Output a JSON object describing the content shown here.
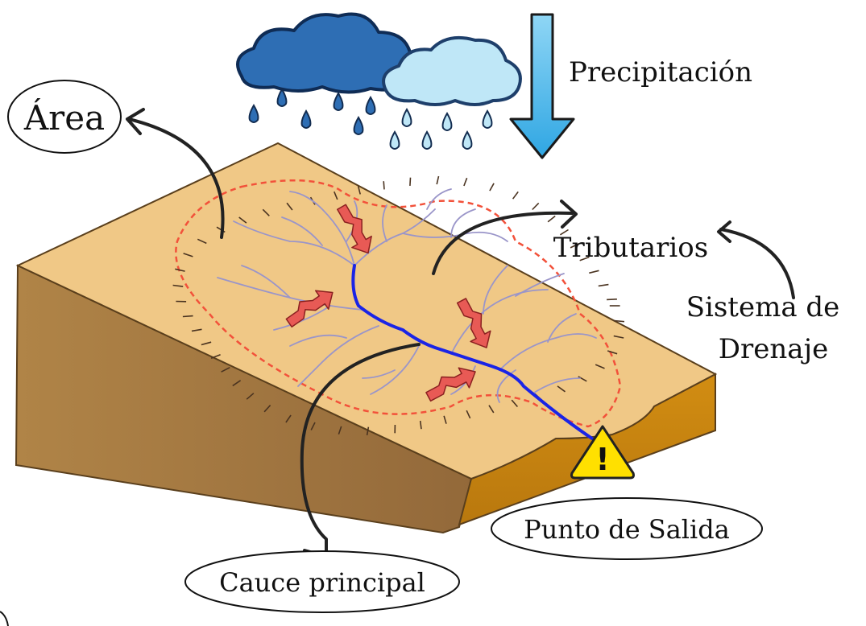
{
  "labels": {
    "precipitation": "Precipitación",
    "area": "Área",
    "tributaries": "Tributarios",
    "drainage_line1": "Sistema de",
    "drainage_line2": "Drenaje",
    "main_channel": "Cauce principal",
    "outlet": "Punto de Salida"
  },
  "icons": {
    "warning": "!"
  },
  "colors": {
    "terrain_top": "#f0c886",
    "terrain_side": "#a87c3f",
    "terrain_front": "#c58410",
    "main_channel": "#1a24e6",
    "tributaries": "#9a95c9",
    "divide": "#f2513a",
    "cloud_dark": "#2e6eb4",
    "cloud_light": "#bfe7f7",
    "arrow_fill": "#3fb3e8",
    "runoff_arrow": "#e85a55",
    "warning": "#ffe000"
  }
}
